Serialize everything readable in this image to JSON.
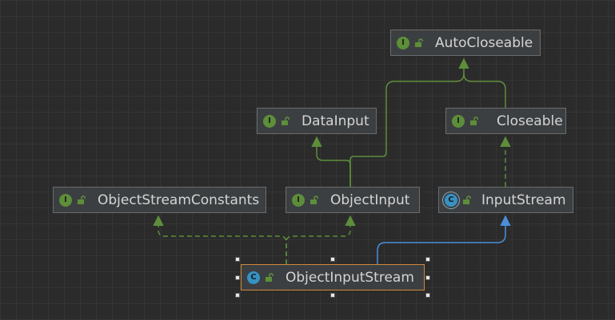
{
  "colors": {
    "interface_badge": "#5d8e3a",
    "class_badge": "#3592c4",
    "extends_edge": "#5d8e3a",
    "implements_edge": "#5d8e3a",
    "class_extends_edge": "#4a8fd8",
    "selection_border": "#d0883e"
  },
  "nodes": {
    "autocloseable": {
      "badge": "I",
      "icon": "lock-open-icon",
      "label": "AutoCloseable"
    },
    "datainput": {
      "badge": "I",
      "icon": "lock-open-icon",
      "label": "DataInput"
    },
    "closeable": {
      "badge": "I",
      "icon": "lock-open-icon",
      "label": "Closeable"
    },
    "objectstreamconstants": {
      "badge": "I",
      "icon": "lock-open-icon",
      "label": "ObjectStreamConstants"
    },
    "objectinput": {
      "badge": "I",
      "icon": "lock-open-icon",
      "label": "ObjectInput"
    },
    "inputstream": {
      "badge": "C",
      "icon": "lock-open-icon",
      "label": "InputStream"
    },
    "objectinputstream": {
      "badge": "C",
      "icon": "lock-open-icon",
      "label": "ObjectInputStream"
    }
  }
}
